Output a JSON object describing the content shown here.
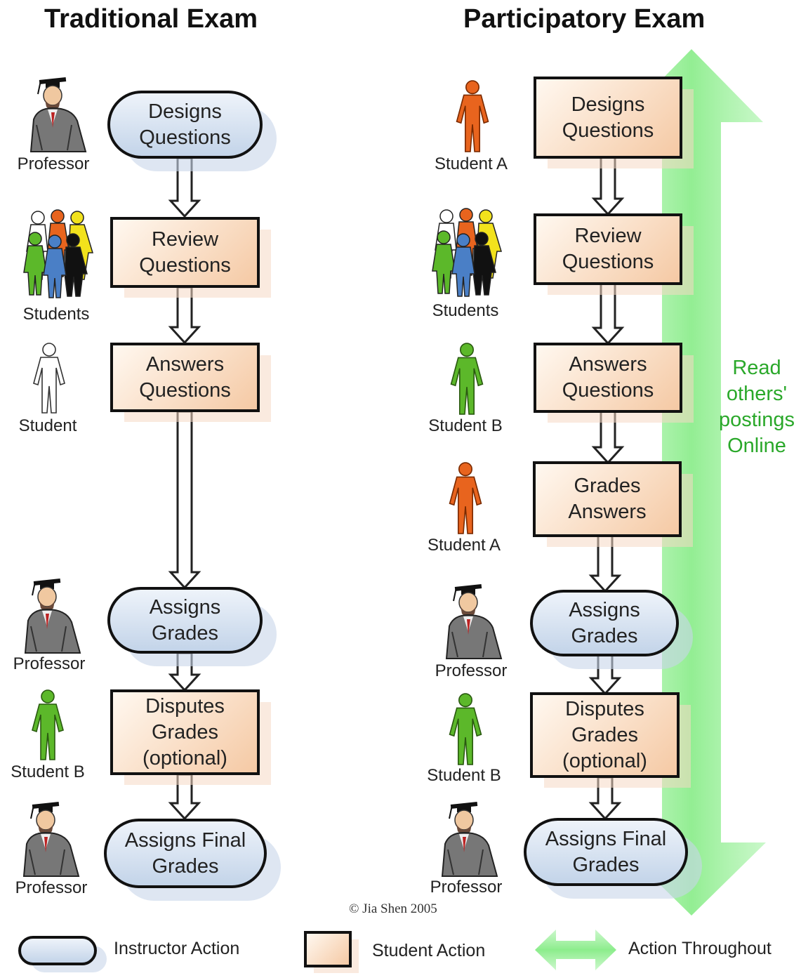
{
  "titles": {
    "traditional": "Traditional Exam",
    "participatory": "Participatory Exam"
  },
  "traditional": {
    "steps": [
      {
        "text": [
          "Designs",
          "Questions"
        ],
        "kind": "instructor",
        "actor": "Professor",
        "icon": "professor-icon"
      },
      {
        "text": [
          "Review",
          "Questions"
        ],
        "kind": "student",
        "actor": "Students",
        "icon": "students-group-icon"
      },
      {
        "text": [
          "Answers",
          "Questions"
        ],
        "kind": "student",
        "actor": "Student",
        "icon": "student-white-icon"
      },
      {
        "text": [
          "Assigns",
          "Grades"
        ],
        "kind": "instructor",
        "actor": "Professor",
        "icon": "professor-icon"
      },
      {
        "text": [
          "Disputes",
          "Grades",
          "(optional)"
        ],
        "kind": "student",
        "actor": "Student B",
        "icon": "student-green-icon"
      },
      {
        "text": [
          "Assigns Final",
          "Grades"
        ],
        "kind": "instructor",
        "actor": "Professor",
        "icon": "professor-icon"
      }
    ]
  },
  "participatory": {
    "steps": [
      {
        "text": [
          "Designs",
          "Questions"
        ],
        "kind": "student",
        "actor": "Student A",
        "icon": "student-orange-icon"
      },
      {
        "text": [
          "Review",
          "Questions"
        ],
        "kind": "student",
        "actor": "Students",
        "icon": "students-group-icon"
      },
      {
        "text": [
          "Answers",
          "Questions"
        ],
        "kind": "student",
        "actor": "Student B",
        "icon": "student-green-icon"
      },
      {
        "text": [
          "Grades",
          "Answers"
        ],
        "kind": "student",
        "actor": "Student A",
        "icon": "student-orange-icon"
      },
      {
        "text": [
          "Assigns",
          "Grades"
        ],
        "kind": "instructor",
        "actor": "Professor",
        "icon": "professor-icon"
      },
      {
        "text": [
          "Disputes",
          "Grades",
          "(optional)"
        ],
        "kind": "student",
        "actor": "Student B",
        "icon": "student-green-icon"
      },
      {
        "text": [
          "Assigns Final",
          "Grades"
        ],
        "kind": "instructor",
        "actor": "Professor",
        "icon": "professor-icon"
      }
    ],
    "throughout_text": [
      "Read",
      "others'",
      "postings",
      "Online"
    ]
  },
  "copyright": "© Jia Shen 2005",
  "legend": {
    "instructor": "Instructor Action",
    "student": "Student Action",
    "throughout": "Action Throughout"
  },
  "colors": {
    "instructor_fill": "#c3d4e9",
    "student_fill": "#f5c9a4",
    "throughout_arrow": "#7de87d",
    "throughout_text": "#2aa82a",
    "student_orange": "#e8641e",
    "student_green": "#5cb82a",
    "student_white": "#ffffff",
    "student_yellow": "#f2e21c",
    "student_blue": "#4a7fc6",
    "student_black": "#111111"
  }
}
